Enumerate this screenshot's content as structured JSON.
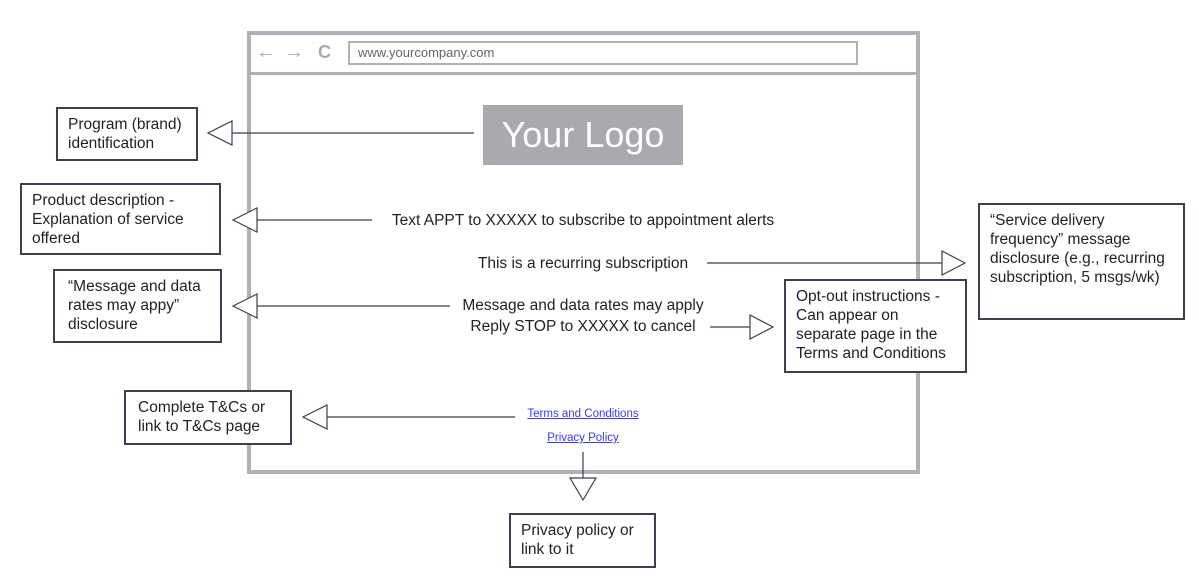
{
  "browser": {
    "url": "www.yourcompany.com",
    "icons": [
      "back-arrow-icon",
      "forward-arrow-icon",
      "reload-icon"
    ],
    "logo": "Your Logo"
  },
  "page": {
    "product_line": "Text APPT to XXXXX to subscribe to appointment alerts",
    "recurring_line": "This is a recurring subscription",
    "rates_line": "Message and data rates may apply",
    "stop_line": "Reply STOP to XXXXX to cancel",
    "terms_link": "Terms and Conditions",
    "privacy_link": "Privacy Policy"
  },
  "callouts": {
    "brand": "Program (brand) identification",
    "product": "Product description - Explanation of service offered",
    "rates": "“Message and data rates may appy” disclosure",
    "terms": "Complete T&Cs or link to T&Cs page",
    "frequency": "“Service delivery frequency” message disclosure (e.g., recurring subscription, 5 msgs/wk)",
    "optout": "Opt-out instructions - Can appear on separate page in the Terms and Conditions",
    "privacy": "Privacy policy or link to it"
  },
  "colors": {
    "frame": "#b0b0b6",
    "box_border": "#3a3f52",
    "link": "#3a3aff"
  }
}
